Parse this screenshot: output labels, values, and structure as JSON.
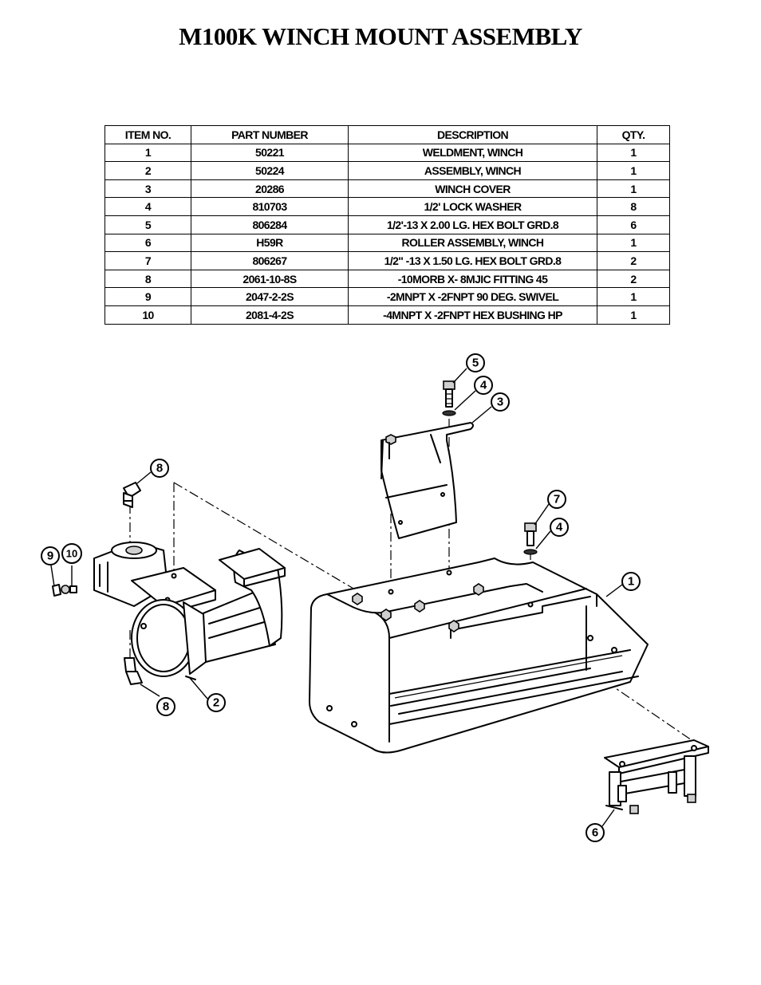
{
  "title": "M100K WINCH MOUNT ASSEMBLY",
  "table": {
    "headers": [
      "ITEM NO.",
      "PART NUMBER",
      "DESCRIPTION",
      "QTY."
    ],
    "rows": [
      [
        "1",
        "50221",
        "WELDMENT, WINCH",
        "1"
      ],
      [
        "2",
        "50224",
        "ASSEMBLY, WINCH",
        "1"
      ],
      [
        "3",
        "20286",
        "WINCH COVER",
        "1"
      ],
      [
        "4",
        "810703",
        "1/2' LOCK WASHER",
        "8"
      ],
      [
        "5",
        "806284",
        "1/2'-13 X 2.00 LG. HEX BOLT GRD.8",
        "6"
      ],
      [
        "6",
        "H59R",
        "ROLLER ASSEMBLY, WINCH",
        "1"
      ],
      [
        "7",
        "806267",
        "1/2\" -13 X 1.50 LG. HEX BOLT GRD.8",
        "2"
      ],
      [
        "8",
        "2061-10-8S",
        "-10MORB X- 8MJIC FITTING 45",
        "2"
      ],
      [
        "9",
        "2047-2-2S",
        "-2MNPT X -2FNPT 90 DEG. SWIVEL",
        "1"
      ],
      [
        "10",
        "2081-4-2S",
        "-4MNPT X -2FNPT  HEX BUSHING HP",
        "1"
      ]
    ]
  },
  "balloons": {
    "b1": "1",
    "b2": "2",
    "b3": "3",
    "b4a": "4",
    "b4b": "4",
    "b5": "5",
    "b6": "6",
    "b7": "7",
    "b8a": "8",
    "b8b": "8",
    "b9": "9",
    "b10": "10"
  }
}
